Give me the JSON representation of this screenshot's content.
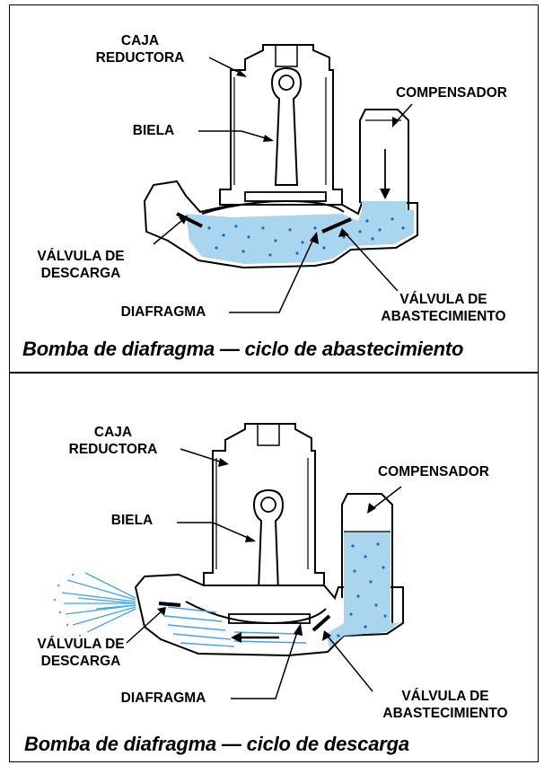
{
  "colors": {
    "liquid": "#a9d6ee",
    "liquid_dots": "#1f6fa8",
    "spray": "#3fa6e0",
    "outline": "#000000",
    "background": "#ffffff"
  },
  "panels": [
    {
      "labels": {
        "gearbox": "CAJA\nREDUCTORA",
        "rod": "BIELA",
        "compensator": "COMPENSADOR",
        "discharge_valve": "VÁLVULA DE\nDESCARGA",
        "diaphragm": "DIAFRAGMA",
        "supply_valve": "VÁLVULA DE\nABASTECIMIENTO"
      },
      "caption": "Bomba de diafragma — ciclo de abastecimiento"
    },
    {
      "labels": {
        "gearbox": "CAJA\nREDUCTORA",
        "rod": "BIELA",
        "compensator": "COMPENSADOR",
        "discharge_valve": "VÁLVULA DE\nDESCARGA",
        "diaphragm": "DIAFRAGMA",
        "supply_valve": "VÁLVULA DE\nABASTECIMIENTO"
      },
      "caption": "Bomba de diafragma — ciclo de descarga"
    }
  ]
}
